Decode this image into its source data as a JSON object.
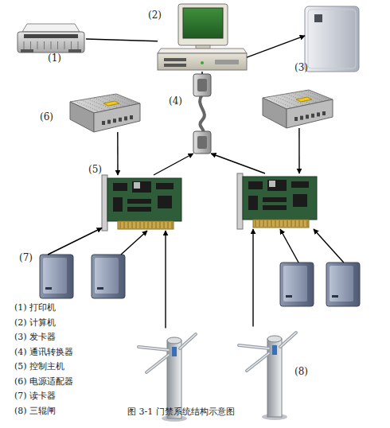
{
  "diagram": {
    "caption": "图 3-1 门禁系统结构示意图",
    "nodes": [
      {
        "text": [
          "(1)"
        ]
      },
      {
        "text": [
          "(2)"
        ]
      },
      {
        "text": [
          "(3)"
        ]
      },
      {
        "text": [
          "(4)"
        ]
      },
      {
        "text": [
          "(6)"
        ]
      },
      {
        "text": []
      },
      {
        "text": [
          "(5)"
        ]
      },
      {
        "text": []
      },
      {
        "text": [
          "(7)"
        ]
      },
      {
        "text": []
      },
      {
        "text": []
      },
      {
        "text": []
      },
      {
        "text": []
      },
      {
        "text": [
          "(8)"
        ]
      }
    ],
    "edges": [
      {
        "from": 0,
        "to": 1,
        "arrow": "none"
      },
      {
        "from": 1,
        "to": 2,
        "arrow": "to"
      },
      {
        "from": 1,
        "to": 3,
        "arrow": "none"
      },
      {
        "from": 4,
        "to": 6,
        "arrow": "to"
      },
      {
        "from": 5,
        "to": 7,
        "arrow": "to"
      },
      {
        "from": 6,
        "to": 3,
        "arrow": "to"
      },
      {
        "from": 7,
        "to": 3,
        "arrow": "to"
      },
      {
        "from": 8,
        "to": 6,
        "arrow": "to"
      },
      {
        "from": 9,
        "to": 6,
        "arrow": "to"
      },
      {
        "from": 10,
        "to": 7,
        "arrow": "to"
      },
      {
        "from": 11,
        "to": 7,
        "arrow": "to"
      },
      {
        "from": 12,
        "to": 6,
        "arrow": "to"
      },
      {
        "from": 13,
        "to": 7,
        "arrow": "to"
      }
    ],
    "labels": [
      "(1) 打印机",
      "(2) 计算机",
      "(3) 发卡器",
      "(4) 通讯转换器",
      "(5) 控制主机",
      "(6) 电源适配器",
      "(7) 读卡器",
      "(8) 三辊闸"
    ]
  }
}
